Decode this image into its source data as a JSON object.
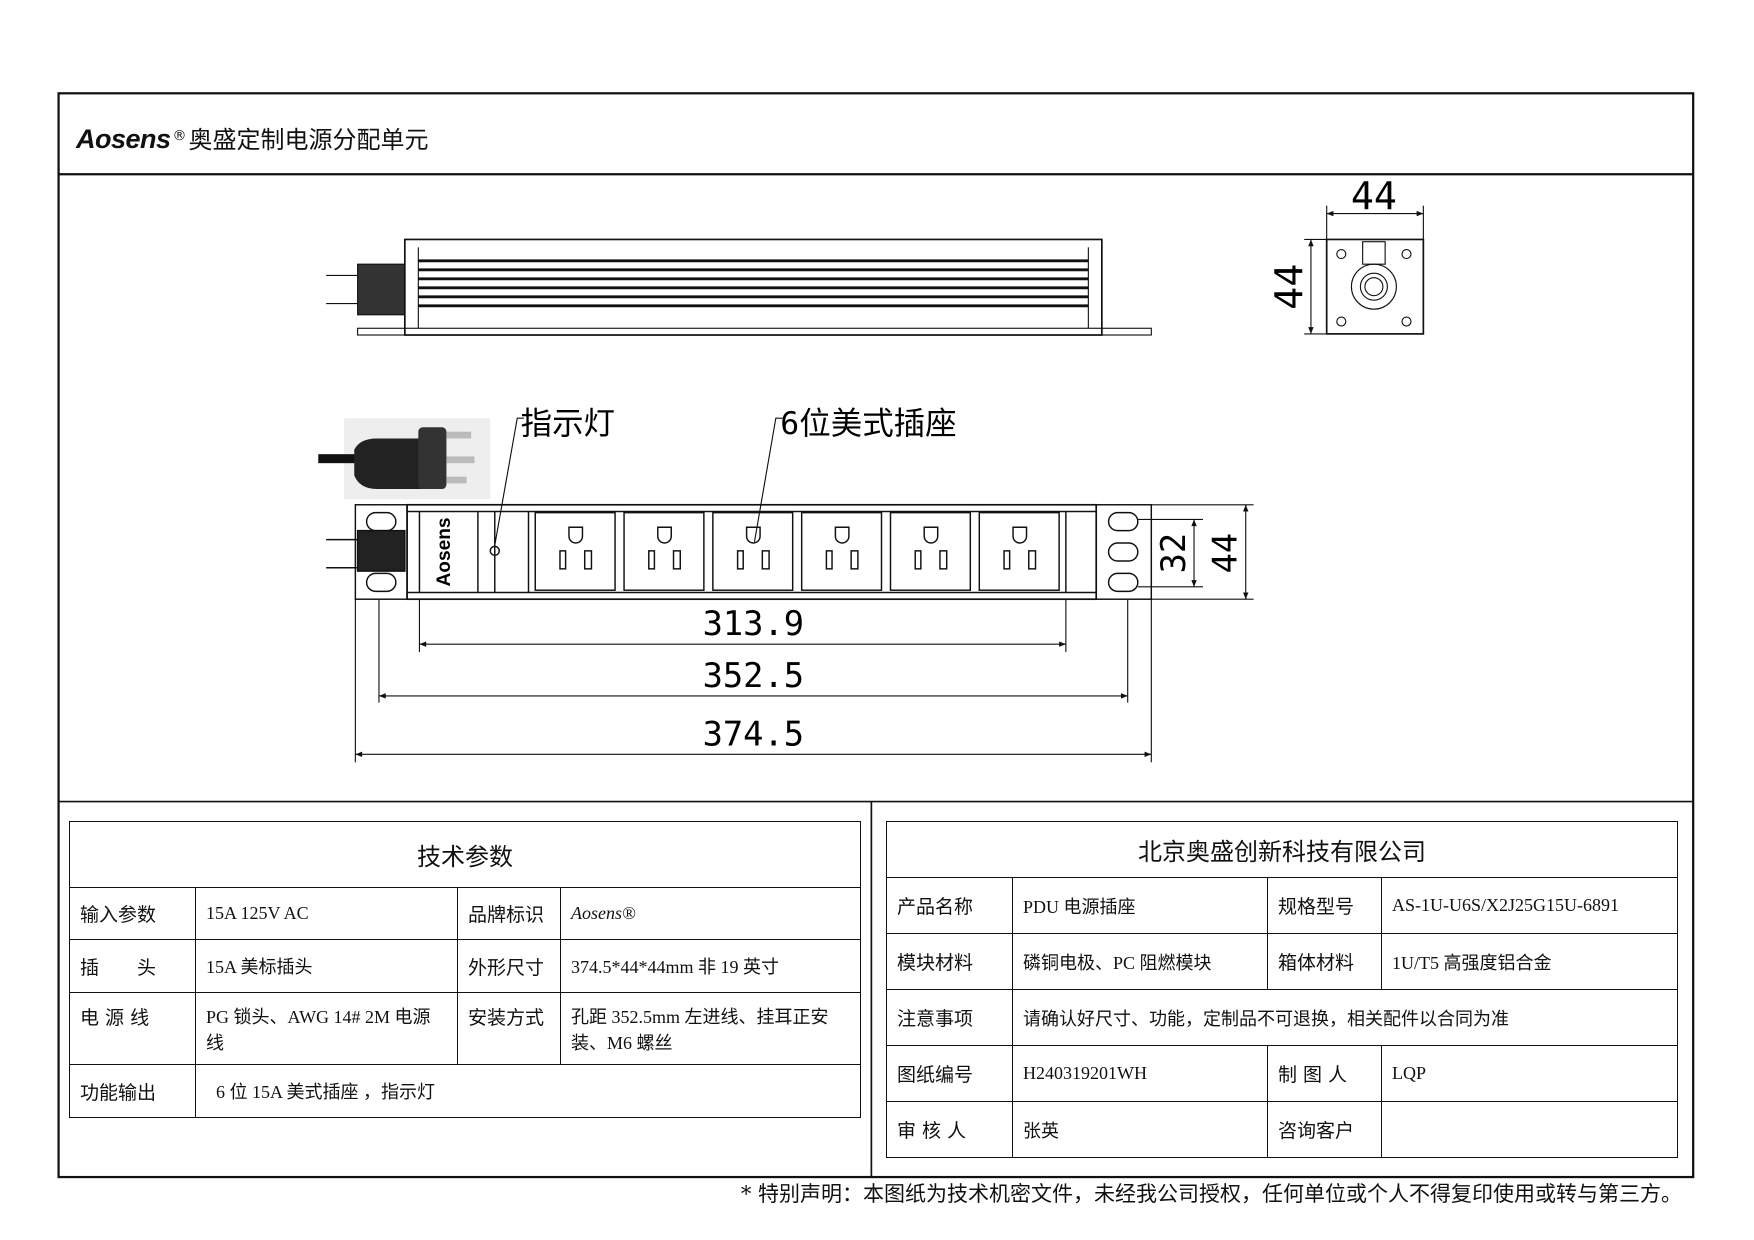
{
  "header": {
    "brand": "Aosens",
    "reg": "®",
    "title": "奥盛定制电源分配单元"
  },
  "drawing": {
    "top_view_width_dim": "44",
    "top_view_height_dim": "44",
    "indicator_label": "指示灯",
    "sockets_label": "6位美式插座",
    "logo_on_unit": "Aosens",
    "dim_inner": "313.9",
    "dim_hole": "352.5",
    "dim_total": "374.5",
    "dim_hole_v": "32",
    "dim_height": "44"
  },
  "tech": {
    "title": "技术参数",
    "rows": [
      {
        "l1": "输入参数",
        "v1": "15A 125V AC",
        "l2": "品牌标识",
        "v2": "Aosens®"
      },
      {
        "l1": "插　　头",
        "v1": "15A 美标插头",
        "l2": "外形尺寸",
        "v2": "374.5*44*44mm 非 19 英寸"
      },
      {
        "l1": "电 源 线",
        "v1": "PG 锁头、AWG 14# 2M 电源线",
        "l2": "安装方式",
        "v2": "孔距 352.5mm 左进线、挂耳正安装、M6 螺丝"
      },
      {
        "l1": "功能输出",
        "v1": "6 位 15A 美式插座 ，指示灯"
      }
    ]
  },
  "company": {
    "title": "北京奥盛创新科技有限公司",
    "rows": [
      {
        "l1": "产品名称",
        "v1": "PDU 电源插座",
        "l2": "规格型号",
        "v2": "AS-1U-U6S/X2J25G15U-6891"
      },
      {
        "l1": "模块材料",
        "v1": "磷铜电极、PC 阻燃模块",
        "l2": "箱体材料",
        "v2": "1U/T5 高强度铝合金"
      },
      {
        "l1": "注意事项",
        "v1": "请确认好尺寸、功能，定制品不可退换，相关配件以合同为准"
      },
      {
        "l1": "图纸编号",
        "v1": "H240319201WH",
        "l2": "制 图 人",
        "v2": "LQP"
      },
      {
        "l1": "审 核 人",
        "v1": "张英",
        "l2": "咨询客户",
        "v2": ""
      }
    ]
  },
  "footer_note": "* 特别声明：本图纸为技术机密文件，未经我公司授权，任何单位或个人不得复印使用或转与第三方。"
}
